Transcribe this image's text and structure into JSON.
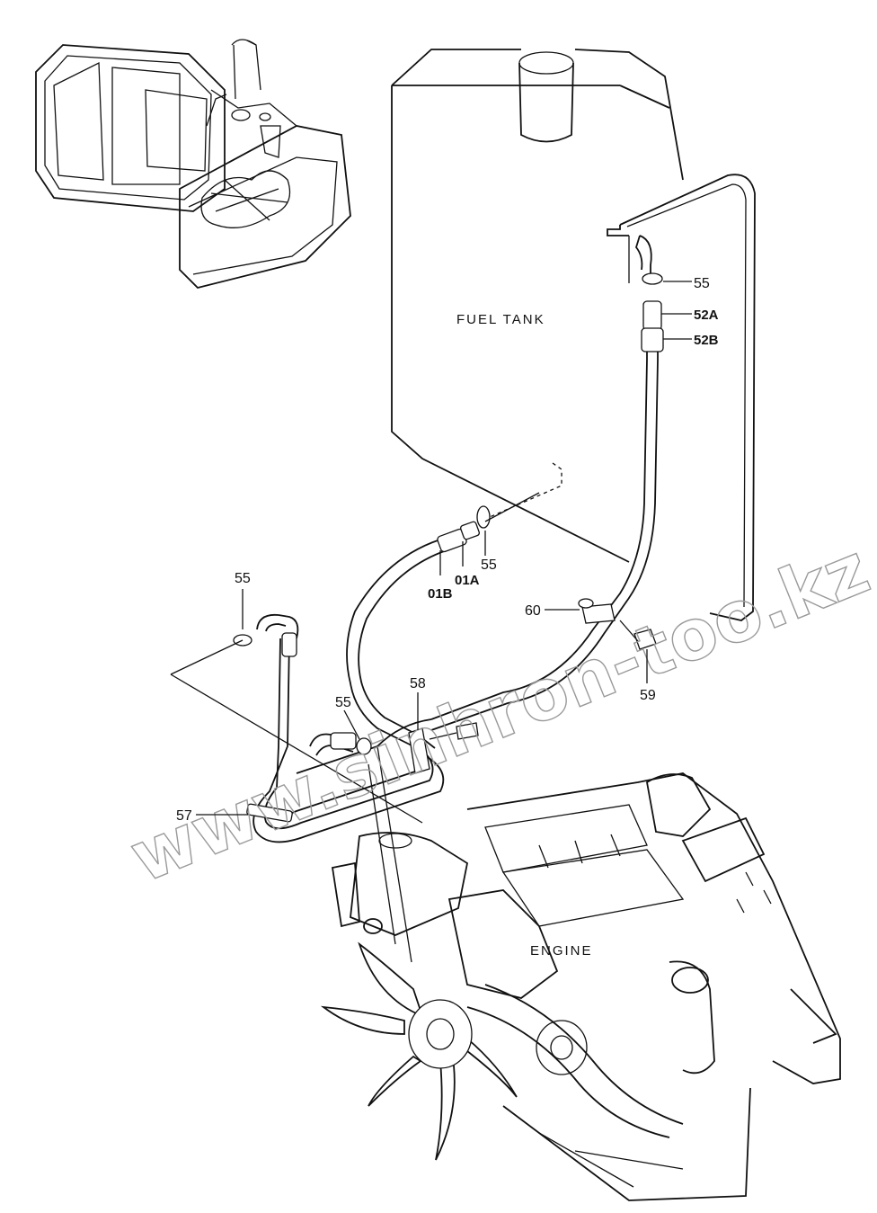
{
  "labels": {
    "fuel_tank": "FUEL TANK",
    "engine": "ENGINE",
    "p55_a": "55",
    "p52a": "52A",
    "p52b": "52B",
    "p01b": "01B",
    "p01a": "01A",
    "p55_b": "55",
    "p55_c": "55",
    "p60": "60",
    "p59": "59",
    "p58": "58",
    "p55_d": "55",
    "p57": "57"
  },
  "watermark": "www.sinhron-too.kz",
  "colors": {
    "line": "#111111",
    "watermark": "#9a9a9a",
    "background": "#ffffff"
  }
}
